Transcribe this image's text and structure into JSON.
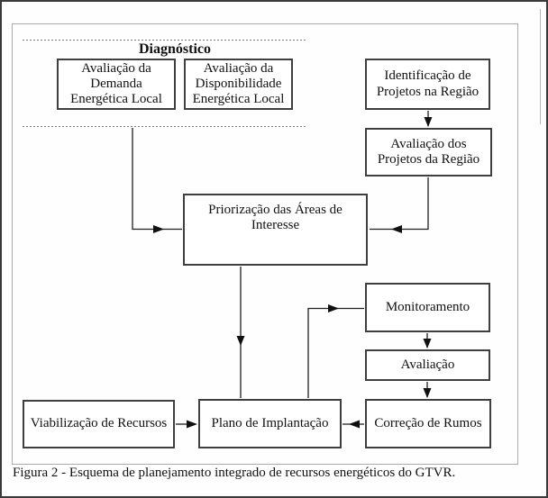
{
  "figure": {
    "caption": "Figura 2 - Esquema de planejamento integrado de recursos energéticos do GTVR.",
    "group_label": "Diagnóstico"
  },
  "nodes": {
    "avaliacao_demanda": "Avaliação da Demanda Energética Local",
    "avaliacao_disponibilidade": "Avaliação da Disponibilidade Energética Local",
    "identificacao_projetos": "Identificação de Projetos na Região",
    "avaliacao_projetos": "Avaliação dos Projetos da Região",
    "priorizacao_areas": "Priorização das Áreas de Interesse",
    "monitoramento": "Monitoramento",
    "avaliacao": "Avaliação",
    "correcao_rumos": "Correção de Rumos",
    "plano_implantacao": "Plano de Implantação",
    "viabilizacao_recursos": "Viabilização de Recursos"
  },
  "edges": [
    {
      "from": "identificacao_projetos",
      "to": "avaliacao_projetos"
    },
    {
      "from": "avaliacao_projetos",
      "to": "priorizacao_areas"
    },
    {
      "from": "diagnostico_group",
      "to": "priorizacao_areas"
    },
    {
      "from": "priorizacao_areas",
      "to": "plano_implantacao"
    },
    {
      "from": "plano_implantacao",
      "to": "monitoramento"
    },
    {
      "from": "monitoramento",
      "to": "avaliacao"
    },
    {
      "from": "avaliacao",
      "to": "correcao_rumos"
    },
    {
      "from": "correcao_rumos",
      "to": "plano_implantacao"
    },
    {
      "from": "viabilizacao_recursos",
      "to": "plano_implantacao"
    }
  ],
  "colors": {
    "background": "#ffffff",
    "outer_border": "#3a3a3a",
    "inner_frame": "#ababab",
    "box_border": "#3f3f3f",
    "connector_line": "#1f1f1f",
    "dashed_line": "#7d7d7d",
    "text": "#111111"
  }
}
